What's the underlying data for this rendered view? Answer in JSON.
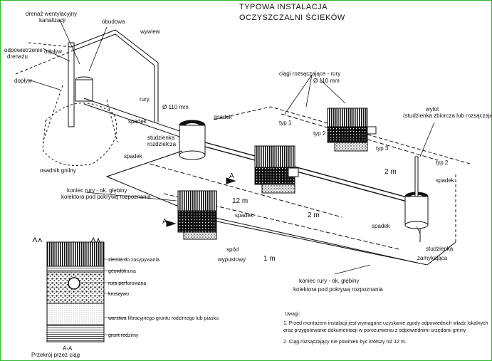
{
  "title": [
    "TYPOWA INSTALACJA",
    "OCZYSZCZALNI ŚCIEKÓW"
  ],
  "labels": {
    "drenaz_wentylacyjny": [
      "drenaż wentylacyjny",
      "kanalizacji"
    ],
    "odpowietrzenie": [
      "odpowietrzenie",
      "drenażu"
    ],
    "obudowa": "obudowa",
    "wywiew": "wywiew",
    "odpływ_top": "odpływ",
    "wlot_dopływ": "dopływ",
    "rury": "rury",
    "spadek_rury": "Ø 110 mm",
    "spadek_1": "spadek",
    "osadnik_gnilny": "osadnik gnilny",
    "ciagi_rozsaczajace": [
      "ciągi rozsączające - rury",
      "Ø 110 mm"
    ],
    "spadek_2": "spadek",
    "studzienka_rozdzielcza": [
      "studzienka",
      "rozdzielcza"
    ],
    "spadek_3": "spadek",
    "typ1": "typ 1",
    "typ2": "typ 2",
    "typ3": "typ 3",
    "typ2b": "typ 2",
    "wylot": [
      "wylot",
      "(studzienka zbiorcza lub rozsączająca)"
    ],
    "spadek_4": "spadek",
    "spadek_5": "spadek",
    "spadek_6": "spadek",
    "dim_2m_a": "2 m",
    "dim_2m_b": "2 m",
    "dim_12m": "12 m",
    "dim_1m": "1 m",
    "section_mark_a1": "A",
    "section_mark_a2": "A",
    "koniec_rury": [
      "koniec rury - ok. głębiny",
      "kolektora pod pokrywą rozpoznania"
    ],
    "spod_wypustowy": [
      "spód",
      "wypustowy"
    ],
    "studzienka_zamykajaca": [
      "studzienka",
      "zamykająca"
    ],
    "koniec_rury_2": [
      "koniec rury - ok. głębiny",
      "kolektora pod pokrywą rozpoznania"
    ],
    "section": {
      "layers": [
        "ziemia do zasypywania",
        "geowłóknina",
        "rura perforowana",
        "kruszywo",
        "warstwa filtracyjnego gruntu rodzimego lub piasku",
        "grunt rodzimy"
      ],
      "caption": [
        "A-A",
        "Przekrój przez ciąg"
      ]
    },
    "notes": {
      "heading": "Uwagi:",
      "items": [
        "1. Przed montażem instalacji jest wymagane uzyskanie zgody odpowiednich władz lokalnych",
        "   oraz przygotowanie dokumentacji w porozumieniu z odpowiednimi urzędami gminy",
        "2. Ciąg rozsączający nie powinien być krótszy niż 12 m."
      ]
    }
  }
}
